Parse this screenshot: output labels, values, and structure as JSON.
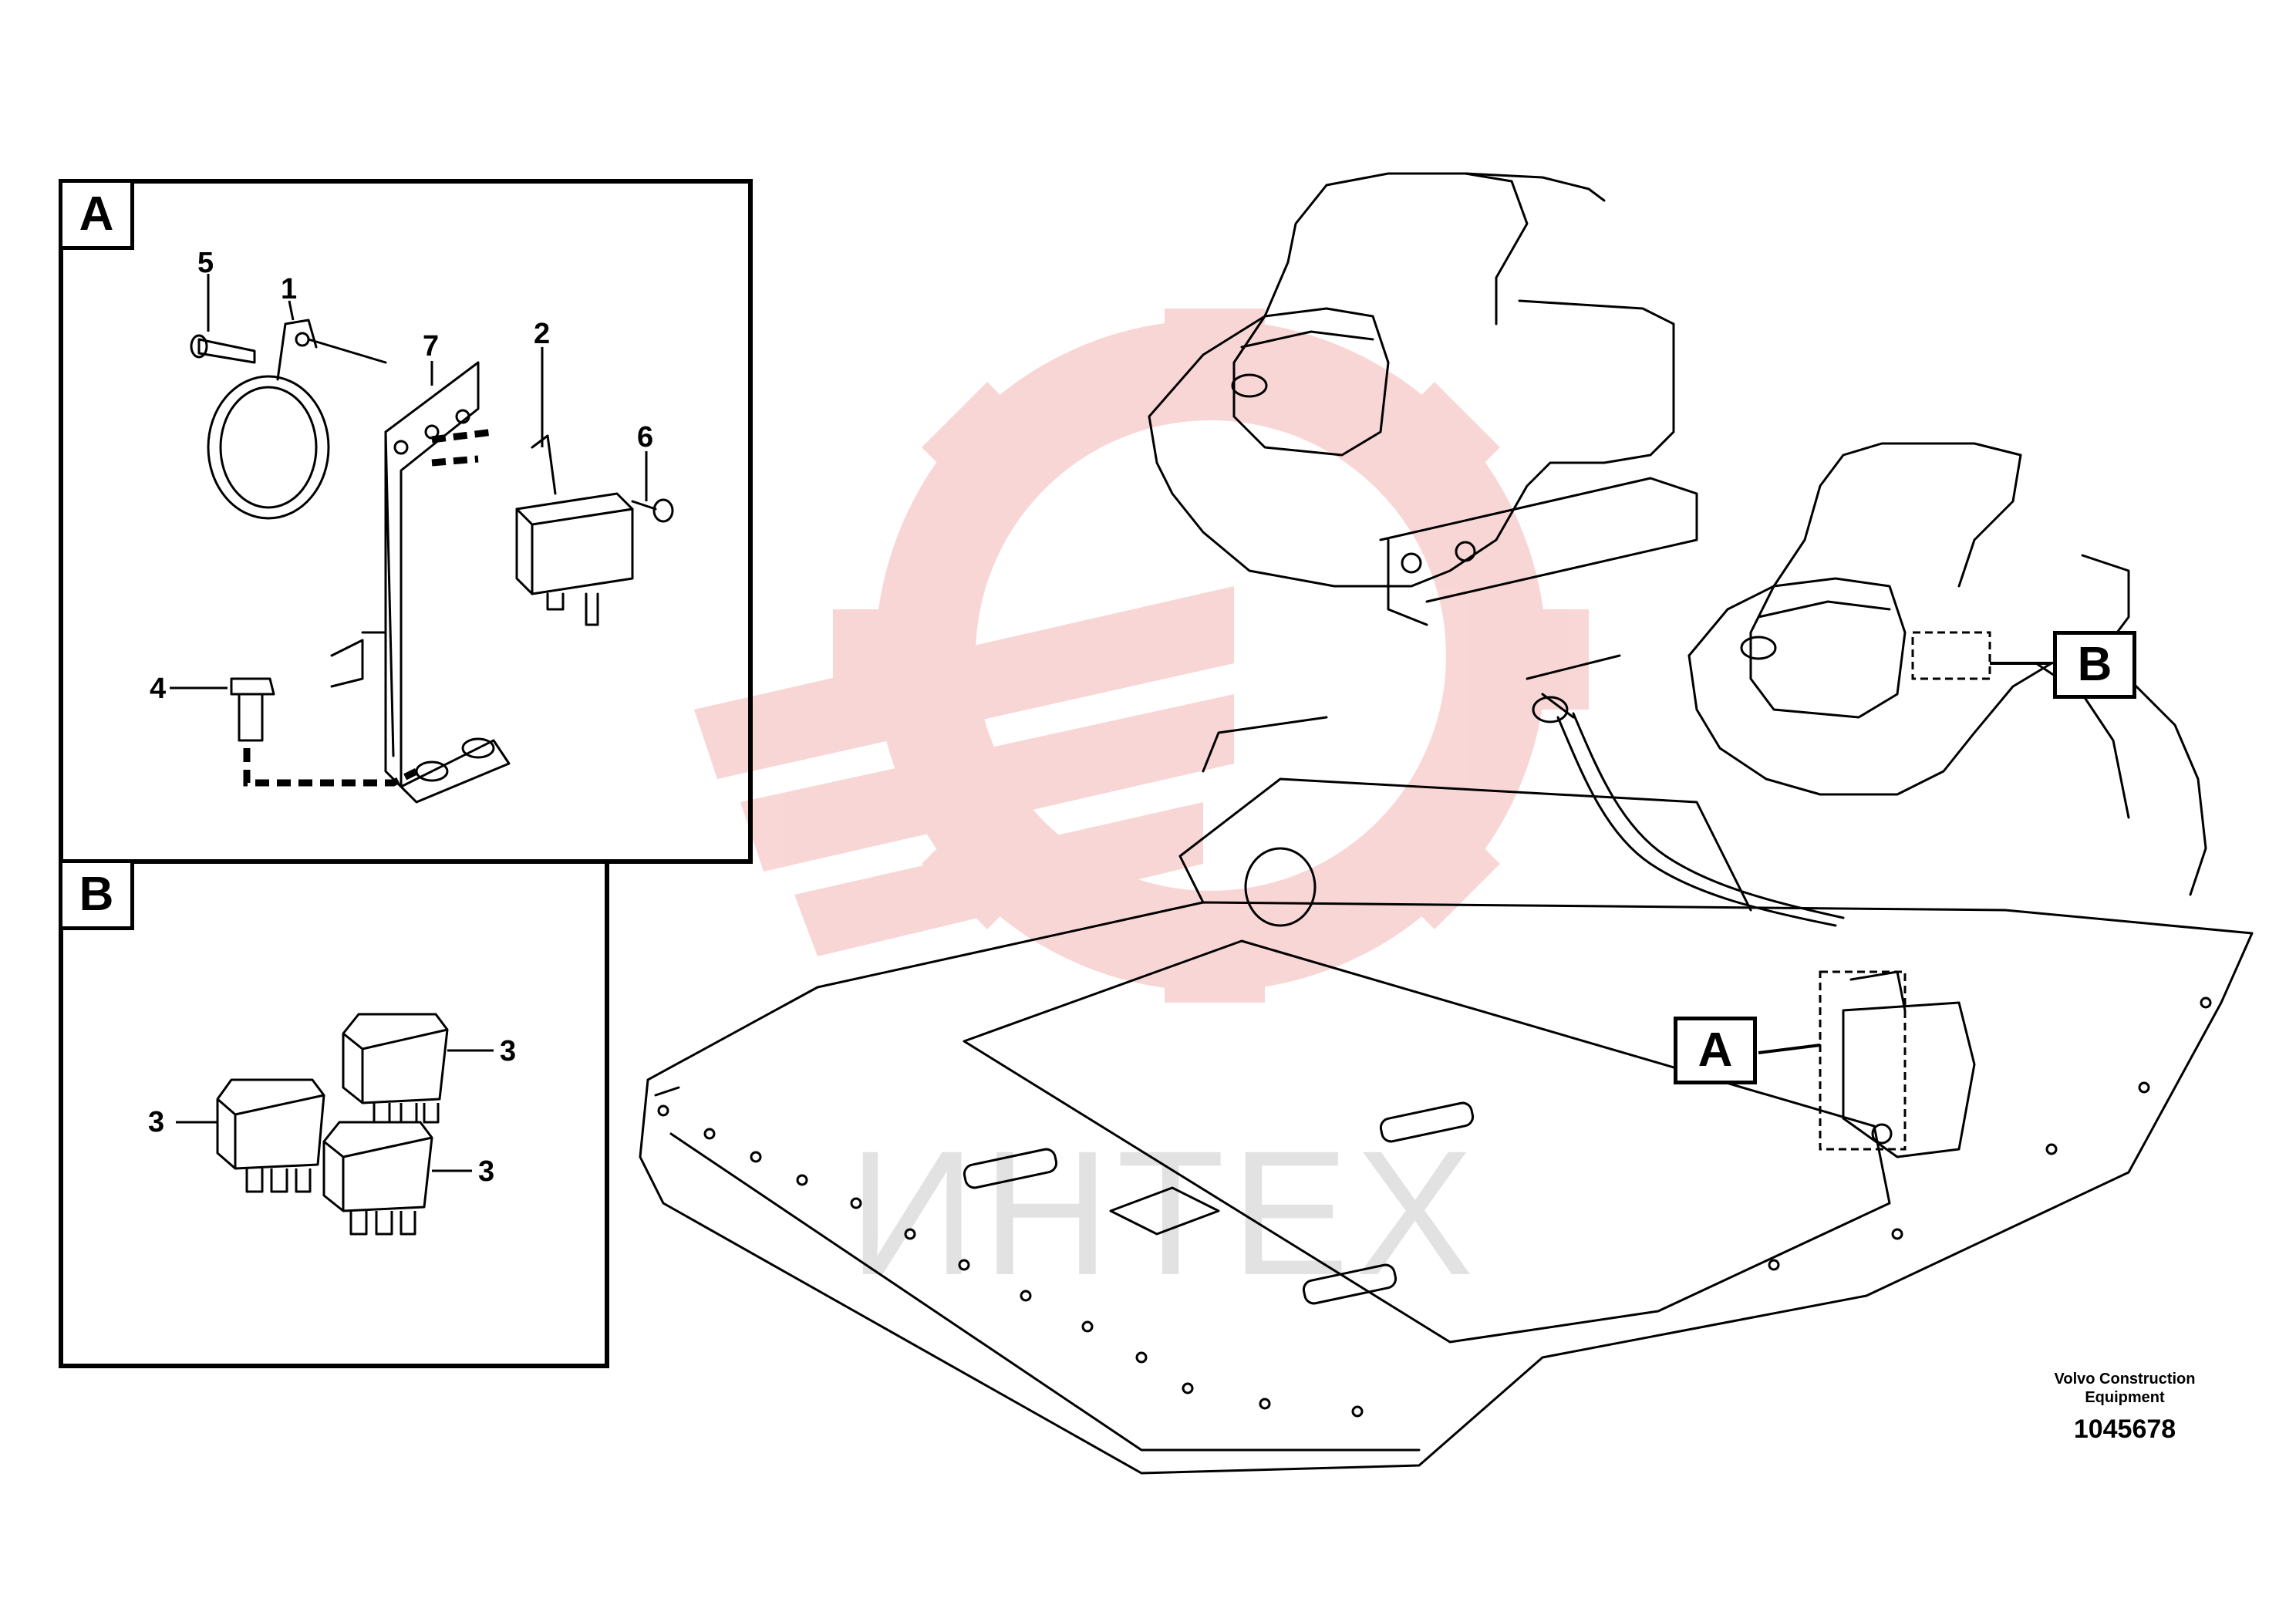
{
  "figure": {
    "detail_a_tag": "A",
    "detail_b_tag": "B",
    "callout_a_tag": "A",
    "callout_b_tag": "B",
    "labels_a": [
      "5",
      "1",
      "7",
      "2",
      "6",
      "4"
    ],
    "labels_b": [
      "3",
      "3",
      "3"
    ],
    "brand_line1": "Volvo Construction",
    "brand_line2": "Equipment",
    "doc_number": "1045678",
    "watermark_text": "ИНТЕХ",
    "colors": {
      "line": "#000000",
      "watermark_logo": "#f8c9c9",
      "watermark_text": "#e2e2e2"
    }
  }
}
